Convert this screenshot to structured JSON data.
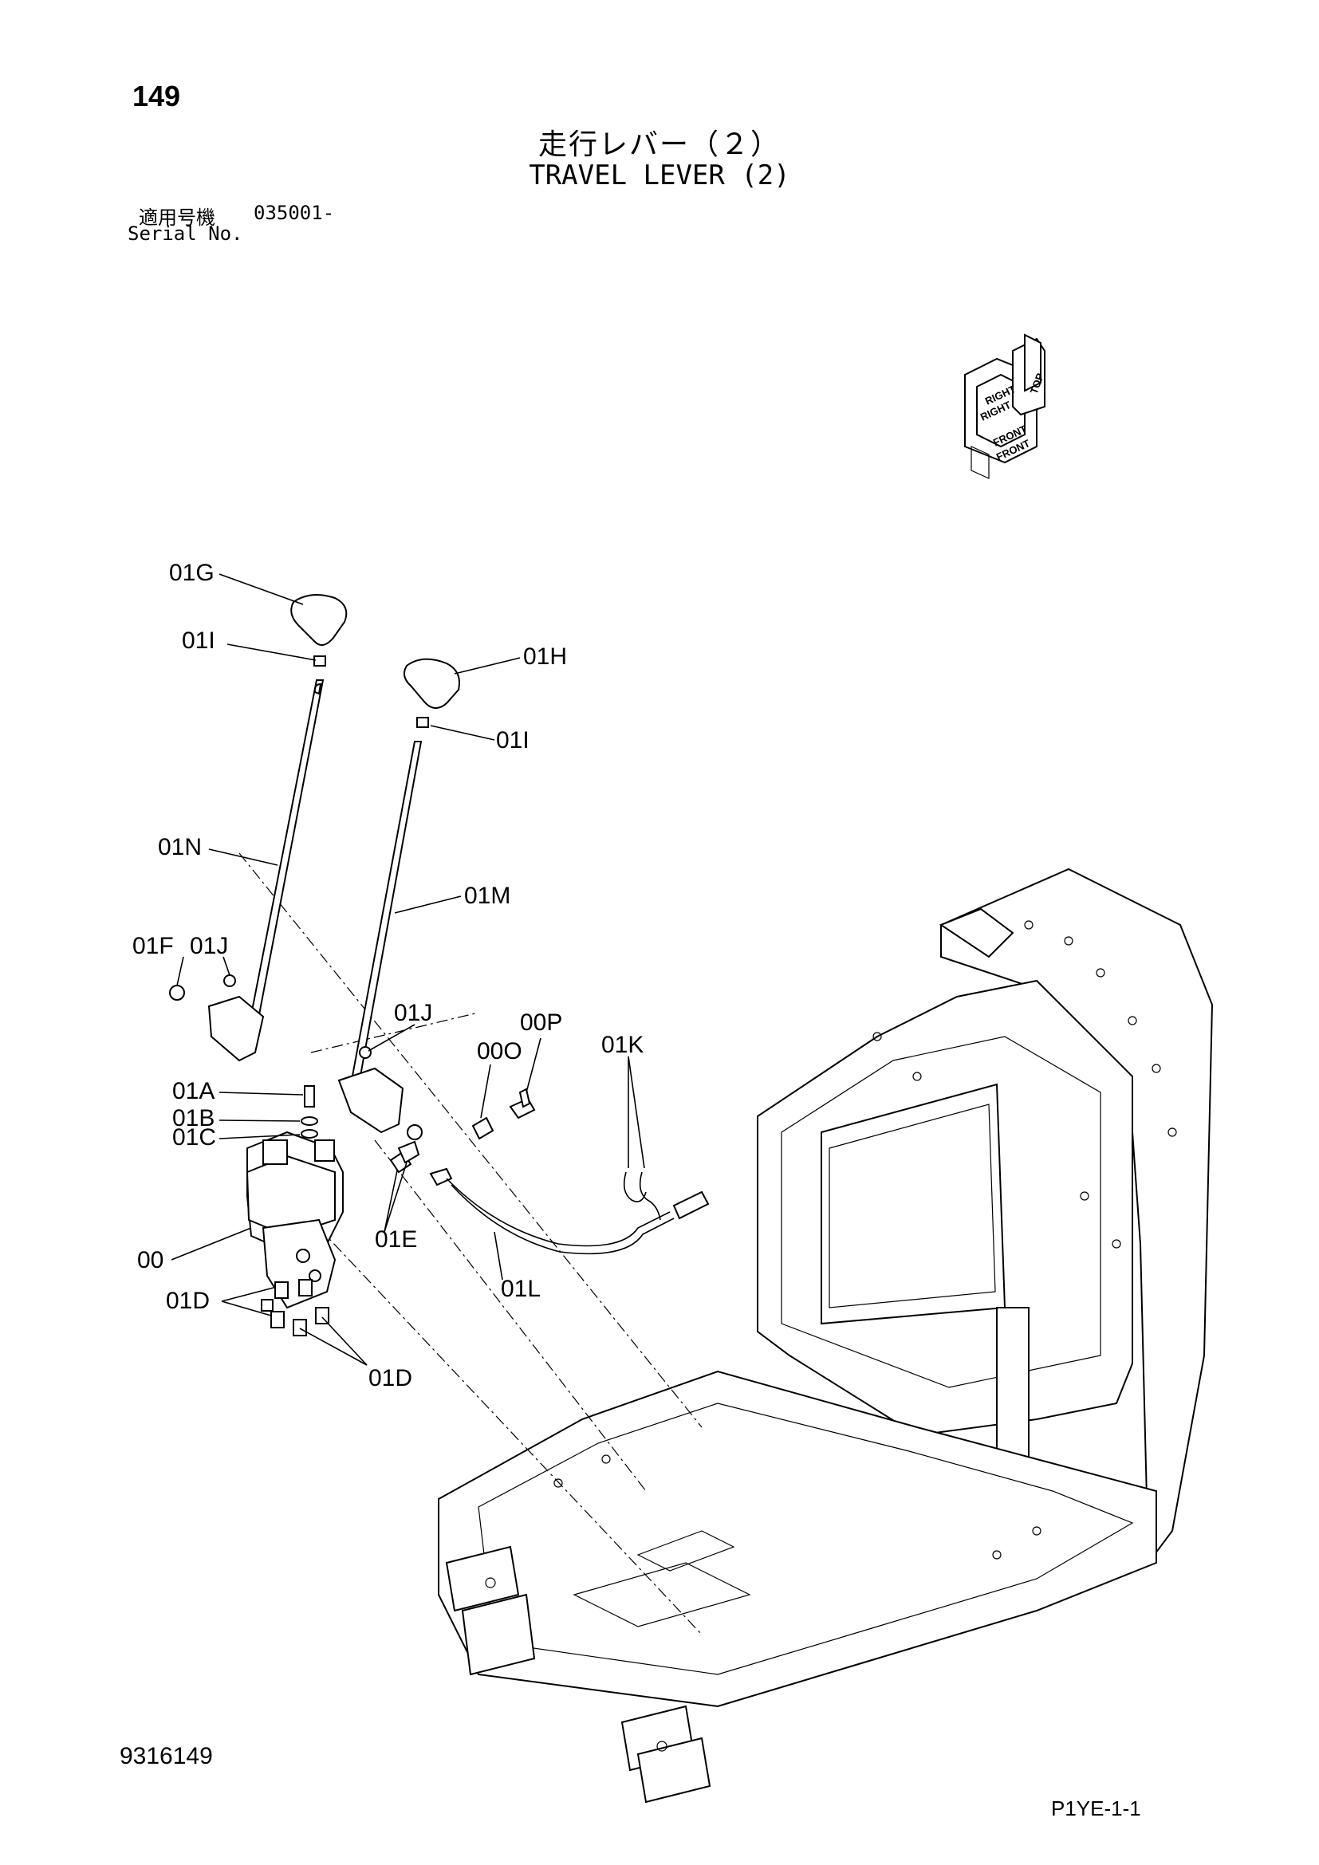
{
  "header": {
    "page_number": "149",
    "title_jp": "走行レバー（２）",
    "title_en": "TRAVEL LEVER (2)",
    "serial_label_jp": "適用号機",
    "serial_value": "035001-",
    "serial_label_en": "Serial No."
  },
  "footer": {
    "document_number": "9316149",
    "page_code": "P1YE-1-1"
  },
  "orientation_indicator": {
    "labels": [
      "RIGHT",
      "FRONT",
      "TOP",
      "RIGHT",
      "FRONT"
    ]
  },
  "callouts": {
    "c01G": "01G",
    "c01I_a": "01I",
    "c01H": "01H",
    "c01I_b": "01I",
    "c01N": "01N",
    "c01M": "01M",
    "c01F": "01F",
    "c01J_a": "01J",
    "c01J_b": "01J",
    "c00P": "00P",
    "c00O": "00O",
    "c01K": "01K",
    "c01A": "01A",
    "c01B": "01B",
    "c01C": "01C",
    "c00": "00",
    "c01E": "01E",
    "c01L": "01L",
    "c01D_a": "01D",
    "c01D_b": "01D"
  }
}
